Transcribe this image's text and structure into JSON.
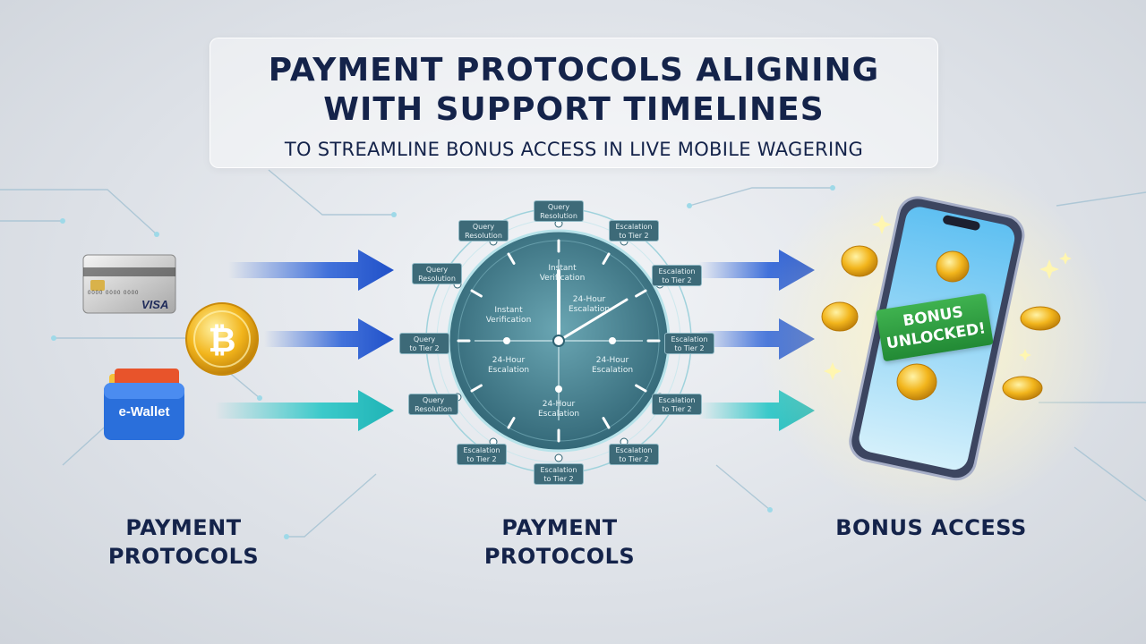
{
  "header": {
    "title_line1": "PAYMENT PROTOCOLS ALIGNING",
    "title_line2": "WITH SUPPORT TIMELINES",
    "subtitle": "TO STREAMLINE BONUS ACCESS IN LIVE MOBILE WAGERING"
  },
  "left_section": {
    "label_line1": "PAYMENT",
    "label_line2": "PROTOCOLS",
    "card_brand": "VISA",
    "card_numbers": "0000 0000 0000",
    "wallet_label": "e-Wallet"
  },
  "middle_section": {
    "label_line1": "PAYMENT",
    "label_line2": "PROTOCOLS",
    "dial_labels": [
      {
        "line1": "Instant",
        "line2": "Verification"
      },
      {
        "line1": "Instant",
        "line2": "Verification"
      },
      {
        "line1": "24-Hour",
        "line2": "Escalation"
      },
      {
        "line1": "24-Hour",
        "line2": "Escalation"
      },
      {
        "line1": "24-Hour",
        "line2": "Escalation"
      },
      {
        "line1": "24-Hour",
        "line2": "Escalation"
      }
    ],
    "tags": [
      {
        "line1": "Query",
        "line2": "Resolution"
      },
      {
        "line1": "Escalation",
        "line2": "to Tier 2"
      },
      {
        "line1": "Escalation",
        "line2": "to Tier 2"
      },
      {
        "line1": "Escalation",
        "line2": "to Tier 2"
      },
      {
        "line1": "Escalation",
        "line2": "to Tier 2"
      },
      {
        "line1": "Escalation",
        "line2": "to Tier 2"
      },
      {
        "line1": "Escalation",
        "line2": "to Tier 2"
      },
      {
        "line1": "Escalation",
        "line2": "to Tier 2"
      },
      {
        "line1": "Query",
        "line2": "Resolution"
      },
      {
        "line1": "Query",
        "line2": "to Tier 2"
      },
      {
        "line1": "Query",
        "line2": "Resolution"
      },
      {
        "line1": "Query",
        "line2": "Resolution"
      }
    ]
  },
  "right_section": {
    "label": "BONUS ACCESS",
    "banner_line1": "BONUS",
    "banner_line2": "UNLOCKED!"
  },
  "colors": {
    "navy": "#14234a",
    "blue_arrow": "#2f64d8",
    "teal_arrow": "#28c6c6",
    "clock_face": "#3f7888",
    "banner_green": "#2e9d40",
    "coin_gold": "#f2b51c",
    "wallet_blue": "#2a6fdb"
  }
}
